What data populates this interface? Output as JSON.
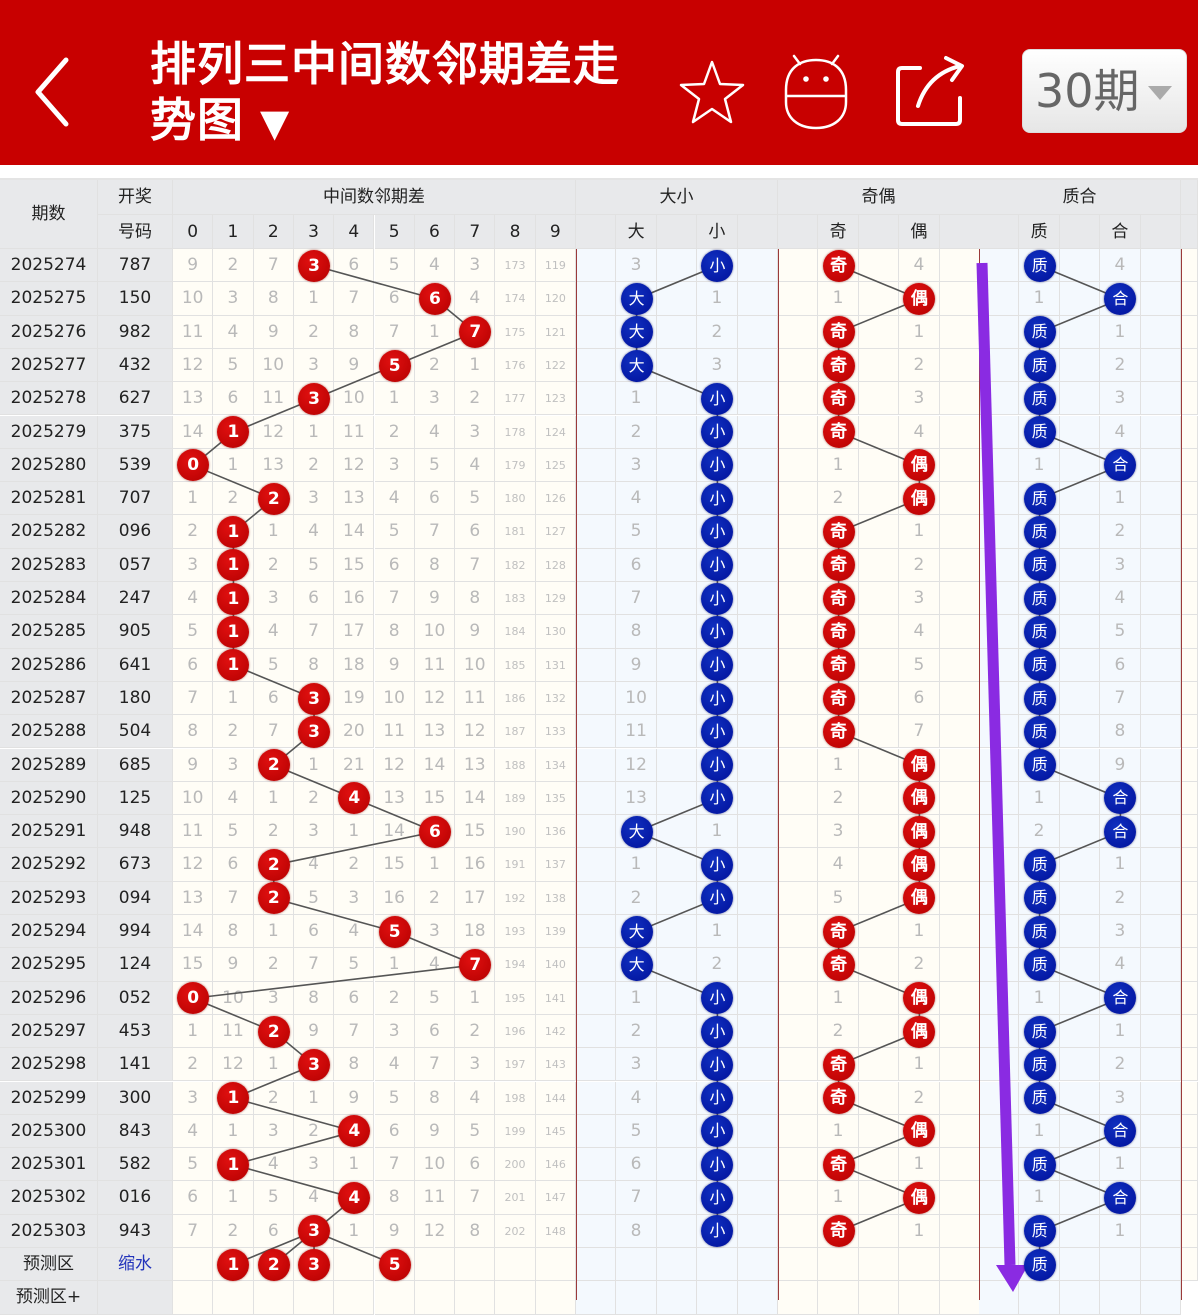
{
  "header": {
    "title": "排列三中间数邻期差走势图",
    "title_line1": "排列三中间数邻期差走",
    "title_line2": "势图",
    "title_caret": "▼",
    "back_icon": "chevron-left-icon",
    "icons": [
      "star-icon",
      "robot-icon",
      "share-icon"
    ],
    "period_select": {
      "value": "30期",
      "arrow_icon": "triangle-down-icon"
    },
    "bg_color": "#c80000"
  },
  "table": {
    "col_issue": "期数",
    "col_draw_line1": "开奖",
    "col_draw_line2": "号码",
    "groups": [
      {
        "label": "中间数邻期差",
        "subs": [
          "0",
          "1",
          "2",
          "3",
          "4",
          "5",
          "6",
          "7",
          "8",
          "9"
        ]
      },
      {
        "label": "大小",
        "subs": [
          "",
          "大",
          "",
          "小",
          ""
        ]
      },
      {
        "label": "奇偶",
        "subs": [
          "",
          "奇",
          "",
          "偶",
          ""
        ]
      },
      {
        "label": "质合",
        "subs": [
          "",
          "质",
          "",
          "合",
          ""
        ]
      }
    ],
    "colors": {
      "red_ball": "#c00000",
      "blue_ball": "#0a1aa8",
      "separator": "#9b3a3a",
      "arrow": "#8a2be2"
    },
    "rows": [
      {
        "issue": "2025274",
        "draw": "787",
        "diff": [
          "9",
          "2",
          "7",
          "3",
          "6",
          "5",
          "4",
          "3",
          "173",
          "119"
        ],
        "hit": 3,
        "big": "3",
        "small": "小",
        "bs_hit": "small",
        "odd": "奇",
        "even": "4",
        "oe_hit": "odd",
        "prime": "质",
        "composite": "4",
        "pc_hit": "prime"
      },
      {
        "issue": "2025275",
        "draw": "150",
        "diff": [
          "10",
          "3",
          "8",
          "1",
          "7",
          "6",
          "6",
          "4",
          "174",
          "120"
        ],
        "hit": 6,
        "big": "大",
        "small": "1",
        "bs_hit": "big",
        "odd": "1",
        "even": "偶",
        "oe_hit": "even",
        "prime": "1",
        "composite": "合",
        "pc_hit": "composite"
      },
      {
        "issue": "2025276",
        "draw": "982",
        "diff": [
          "11",
          "4",
          "9",
          "2",
          "8",
          "7",
          "1",
          "7",
          "175",
          "121"
        ],
        "hit": 7,
        "big": "大",
        "small": "2",
        "bs_hit": "big",
        "odd": "奇",
        "even": "1",
        "oe_hit": "odd",
        "prime": "质",
        "composite": "1",
        "pc_hit": "prime"
      },
      {
        "issue": "2025277",
        "draw": "432",
        "diff": [
          "12",
          "5",
          "10",
          "3",
          "9",
          "5",
          "2",
          "1",
          "176",
          "122"
        ],
        "hit": 5,
        "big": "大",
        "small": "3",
        "bs_hit": "big",
        "odd": "奇",
        "even": "2",
        "oe_hit": "odd",
        "prime": "质",
        "composite": "2",
        "pc_hit": "prime"
      },
      {
        "issue": "2025278",
        "draw": "627",
        "diff": [
          "13",
          "6",
          "11",
          "3",
          "10",
          "1",
          "3",
          "2",
          "177",
          "123"
        ],
        "hit": 3,
        "big": "1",
        "small": "小",
        "bs_hit": "small",
        "odd": "奇",
        "even": "3",
        "oe_hit": "odd",
        "prime": "质",
        "composite": "3",
        "pc_hit": "prime"
      },
      {
        "issue": "2025279",
        "draw": "375",
        "diff": [
          "14",
          "1",
          "12",
          "1",
          "11",
          "2",
          "4",
          "3",
          "178",
          "124"
        ],
        "hit": 1,
        "big": "2",
        "small": "小",
        "bs_hit": "small",
        "odd": "奇",
        "even": "4",
        "oe_hit": "odd",
        "prime": "质",
        "composite": "4",
        "pc_hit": "prime"
      },
      {
        "issue": "2025280",
        "draw": "539",
        "diff": [
          "0",
          "1",
          "13",
          "2",
          "12",
          "3",
          "5",
          "4",
          "179",
          "125"
        ],
        "hit": 0,
        "big": "3",
        "small": "小",
        "bs_hit": "small",
        "odd": "1",
        "even": "偶",
        "oe_hit": "even",
        "prime": "1",
        "composite": "合",
        "pc_hit": "composite"
      },
      {
        "issue": "2025281",
        "draw": "707",
        "diff": [
          "1",
          "2",
          "2",
          "3",
          "13",
          "4",
          "6",
          "5",
          "180",
          "126"
        ],
        "hit": 2,
        "big": "4",
        "small": "小",
        "bs_hit": "small",
        "odd": "2",
        "even": "偶",
        "oe_hit": "even",
        "prime": "质",
        "composite": "1",
        "pc_hit": "prime"
      },
      {
        "issue": "2025282",
        "draw": "096",
        "diff": [
          "2",
          "1",
          "1",
          "4",
          "14",
          "5",
          "7",
          "6",
          "181",
          "127"
        ],
        "hit": 1,
        "big": "5",
        "small": "小",
        "bs_hit": "small",
        "odd": "奇",
        "even": "1",
        "oe_hit": "odd",
        "prime": "质",
        "composite": "2",
        "pc_hit": "prime"
      },
      {
        "issue": "2025283",
        "draw": "057",
        "diff": [
          "3",
          "1",
          "2",
          "5",
          "15",
          "6",
          "8",
          "7",
          "182",
          "128"
        ],
        "hit": 1,
        "big": "6",
        "small": "小",
        "bs_hit": "small",
        "odd": "奇",
        "even": "2",
        "oe_hit": "odd",
        "prime": "质",
        "composite": "3",
        "pc_hit": "prime"
      },
      {
        "issue": "2025284",
        "draw": "247",
        "diff": [
          "4",
          "1",
          "3",
          "6",
          "16",
          "7",
          "9",
          "8",
          "183",
          "129"
        ],
        "hit": 1,
        "big": "7",
        "small": "小",
        "bs_hit": "small",
        "odd": "奇",
        "even": "3",
        "oe_hit": "odd",
        "prime": "质",
        "composite": "4",
        "pc_hit": "prime"
      },
      {
        "issue": "2025285",
        "draw": "905",
        "diff": [
          "5",
          "1",
          "4",
          "7",
          "17",
          "8",
          "10",
          "9",
          "184",
          "130"
        ],
        "hit": 1,
        "big": "8",
        "small": "小",
        "bs_hit": "small",
        "odd": "奇",
        "even": "4",
        "oe_hit": "odd",
        "prime": "质",
        "composite": "5",
        "pc_hit": "prime"
      },
      {
        "issue": "2025286",
        "draw": "641",
        "diff": [
          "6",
          "1",
          "5",
          "8",
          "18",
          "9",
          "11",
          "10",
          "185",
          "131"
        ],
        "hit": 1,
        "big": "9",
        "small": "小",
        "bs_hit": "small",
        "odd": "奇",
        "even": "5",
        "oe_hit": "odd",
        "prime": "质",
        "composite": "6",
        "pc_hit": "prime"
      },
      {
        "issue": "2025287",
        "draw": "180",
        "diff": [
          "7",
          "1",
          "6",
          "3",
          "19",
          "10",
          "12",
          "11",
          "186",
          "132"
        ],
        "hit": 3,
        "big": "10",
        "small": "小",
        "bs_hit": "small",
        "odd": "奇",
        "even": "6",
        "oe_hit": "odd",
        "prime": "质",
        "composite": "7",
        "pc_hit": "prime"
      },
      {
        "issue": "2025288",
        "draw": "504",
        "diff": [
          "8",
          "2",
          "7",
          "3",
          "20",
          "11",
          "13",
          "12",
          "187",
          "133"
        ],
        "hit": 3,
        "big": "11",
        "small": "小",
        "bs_hit": "small",
        "odd": "奇",
        "even": "7",
        "oe_hit": "odd",
        "prime": "质",
        "composite": "8",
        "pc_hit": "prime"
      },
      {
        "issue": "2025289",
        "draw": "685",
        "diff": [
          "9",
          "3",
          "2",
          "1",
          "21",
          "12",
          "14",
          "13",
          "188",
          "134"
        ],
        "hit": 2,
        "big": "12",
        "small": "小",
        "bs_hit": "small",
        "odd": "1",
        "even": "偶",
        "oe_hit": "even",
        "prime": "质",
        "composite": "9",
        "pc_hit": "prime"
      },
      {
        "issue": "2025290",
        "draw": "125",
        "diff": [
          "10",
          "4",
          "1",
          "2",
          "4",
          "13",
          "15",
          "14",
          "189",
          "135"
        ],
        "hit": 4,
        "big": "13",
        "small": "小",
        "bs_hit": "small",
        "odd": "2",
        "even": "偶",
        "oe_hit": "even",
        "prime": "1",
        "composite": "合",
        "pc_hit": "composite"
      },
      {
        "issue": "2025291",
        "draw": "948",
        "diff": [
          "11",
          "5",
          "2",
          "3",
          "1",
          "14",
          "6",
          "15",
          "190",
          "136"
        ],
        "hit": 6,
        "big": "大",
        "small": "1",
        "bs_hit": "big",
        "odd": "3",
        "even": "偶",
        "oe_hit": "even",
        "prime": "2",
        "composite": "合",
        "pc_hit": "composite"
      },
      {
        "issue": "2025292",
        "draw": "673",
        "diff": [
          "12",
          "6",
          "2",
          "4",
          "2",
          "15",
          "1",
          "16",
          "191",
          "137"
        ],
        "hit": 2,
        "big": "1",
        "small": "小",
        "bs_hit": "small",
        "odd": "4",
        "even": "偶",
        "oe_hit": "even",
        "prime": "质",
        "composite": "1",
        "pc_hit": "prime"
      },
      {
        "issue": "2025293",
        "draw": "094",
        "diff": [
          "13",
          "7",
          "2",
          "5",
          "3",
          "16",
          "2",
          "17",
          "192",
          "138"
        ],
        "hit": 2,
        "big": "2",
        "small": "小",
        "bs_hit": "small",
        "odd": "5",
        "even": "偶",
        "oe_hit": "even",
        "prime": "质",
        "composite": "2",
        "pc_hit": "prime"
      },
      {
        "issue": "2025294",
        "draw": "994",
        "diff": [
          "14",
          "8",
          "1",
          "6",
          "4",
          "5",
          "3",
          "18",
          "193",
          "139"
        ],
        "hit": 5,
        "big": "大",
        "small": "1",
        "bs_hit": "big",
        "odd": "奇",
        "even": "1",
        "oe_hit": "odd",
        "prime": "质",
        "composite": "3",
        "pc_hit": "prime"
      },
      {
        "issue": "2025295",
        "draw": "124",
        "diff": [
          "15",
          "9",
          "2",
          "7",
          "5",
          "1",
          "4",
          "7",
          "194",
          "140"
        ],
        "hit": 7,
        "big": "大",
        "small": "2",
        "bs_hit": "big",
        "odd": "奇",
        "even": "2",
        "oe_hit": "odd",
        "prime": "质",
        "composite": "4",
        "pc_hit": "prime"
      },
      {
        "issue": "2025296",
        "draw": "052",
        "diff": [
          "0",
          "10",
          "3",
          "8",
          "6",
          "2",
          "5",
          "1",
          "195",
          "141"
        ],
        "hit": 0,
        "big": "1",
        "small": "小",
        "bs_hit": "small",
        "odd": "1",
        "even": "偶",
        "oe_hit": "even",
        "prime": "1",
        "composite": "合",
        "pc_hit": "composite"
      },
      {
        "issue": "2025297",
        "draw": "453",
        "diff": [
          "1",
          "11",
          "2",
          "9",
          "7",
          "3",
          "6",
          "2",
          "196",
          "142"
        ],
        "hit": 2,
        "big": "2",
        "small": "小",
        "bs_hit": "small",
        "odd": "2",
        "even": "偶",
        "oe_hit": "even",
        "prime": "质",
        "composite": "1",
        "pc_hit": "prime"
      },
      {
        "issue": "2025298",
        "draw": "141",
        "diff": [
          "2",
          "12",
          "1",
          "3",
          "8",
          "4",
          "7",
          "3",
          "197",
          "143"
        ],
        "hit": 3,
        "big": "3",
        "small": "小",
        "bs_hit": "small",
        "odd": "奇",
        "even": "1",
        "oe_hit": "odd",
        "prime": "质",
        "composite": "2",
        "pc_hit": "prime"
      },
      {
        "issue": "2025299",
        "draw": "300",
        "diff": [
          "3",
          "1",
          "2",
          "1",
          "9",
          "5",
          "8",
          "4",
          "198",
          "144"
        ],
        "hit": 1,
        "big": "4",
        "small": "小",
        "bs_hit": "small",
        "odd": "奇",
        "even": "2",
        "oe_hit": "odd",
        "prime": "质",
        "composite": "3",
        "pc_hit": "prime"
      },
      {
        "issue": "2025300",
        "draw": "843",
        "diff": [
          "4",
          "1",
          "3",
          "2",
          "4",
          "6",
          "9",
          "5",
          "199",
          "145"
        ],
        "hit": 4,
        "big": "5",
        "small": "小",
        "bs_hit": "small",
        "odd": "1",
        "even": "偶",
        "oe_hit": "even",
        "prime": "1",
        "composite": "合",
        "pc_hit": "composite"
      },
      {
        "issue": "2025301",
        "draw": "582",
        "diff": [
          "5",
          "1",
          "4",
          "3",
          "1",
          "7",
          "10",
          "6",
          "200",
          "146"
        ],
        "hit": 1,
        "big": "6",
        "small": "小",
        "bs_hit": "small",
        "odd": "奇",
        "even": "1",
        "oe_hit": "odd",
        "prime": "质",
        "composite": "1",
        "pc_hit": "prime"
      },
      {
        "issue": "2025302",
        "draw": "016",
        "diff": [
          "6",
          "1",
          "5",
          "4",
          "4",
          "8",
          "11",
          "7",
          "201",
          "147"
        ],
        "hit": 4,
        "big": "7",
        "small": "小",
        "bs_hit": "small",
        "odd": "1",
        "even": "偶",
        "oe_hit": "even",
        "prime": "1",
        "composite": "合",
        "pc_hit": "composite"
      },
      {
        "issue": "2025303",
        "draw": "943",
        "diff": [
          "7",
          "2",
          "6",
          "3",
          "1",
          "9",
          "12",
          "8",
          "202",
          "148"
        ],
        "hit": 3,
        "big": "8",
        "small": "小",
        "bs_hit": "small",
        "odd": "奇",
        "even": "1",
        "oe_hit": "odd",
        "prime": "质",
        "composite": "1",
        "pc_hit": "prime"
      }
    ],
    "predict_row": {
      "label": "预测区",
      "link": "缩水",
      "balls": [
        "1",
        "2",
        "3",
        "5"
      ],
      "ball_cols": [
        1,
        2,
        3,
        5
      ],
      "prime_ball": "质"
    },
    "predict_plus_row": {
      "label": "预测区+"
    }
  }
}
